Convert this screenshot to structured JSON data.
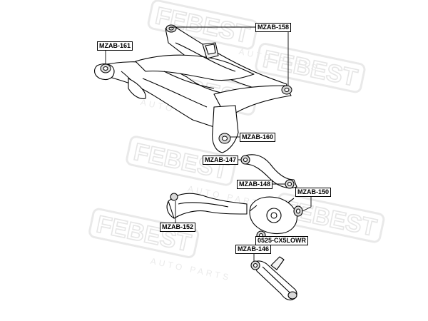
{
  "watermark": {
    "brand": "FEBEST",
    "tagline": "AUTO PARTS",
    "color": "#dcdcdc"
  },
  "part_labels": [
    {
      "id": "mzab-158",
      "text": "MZAB-158"
    },
    {
      "id": "mzab-161",
      "text": "MZAB-161"
    },
    {
      "id": "mzab-160",
      "text": "MZAB-160"
    },
    {
      "id": "mzab-147",
      "text": "MZAB-147"
    },
    {
      "id": "mzab-148",
      "text": "MZAB-148"
    },
    {
      "id": "mzab-150",
      "text": "MZAB-150"
    },
    {
      "id": "mzab-152",
      "text": "MZAB-152"
    },
    {
      "id": "0525-cx5lowr",
      "text": "0525-CX5LOWR"
    },
    {
      "id": "mzab-146",
      "text": "MZAB-146"
    }
  ],
  "colors": {
    "line": "#000000",
    "part_fill": "#ffffff",
    "bushing_fill": "#d8d8d8"
  }
}
